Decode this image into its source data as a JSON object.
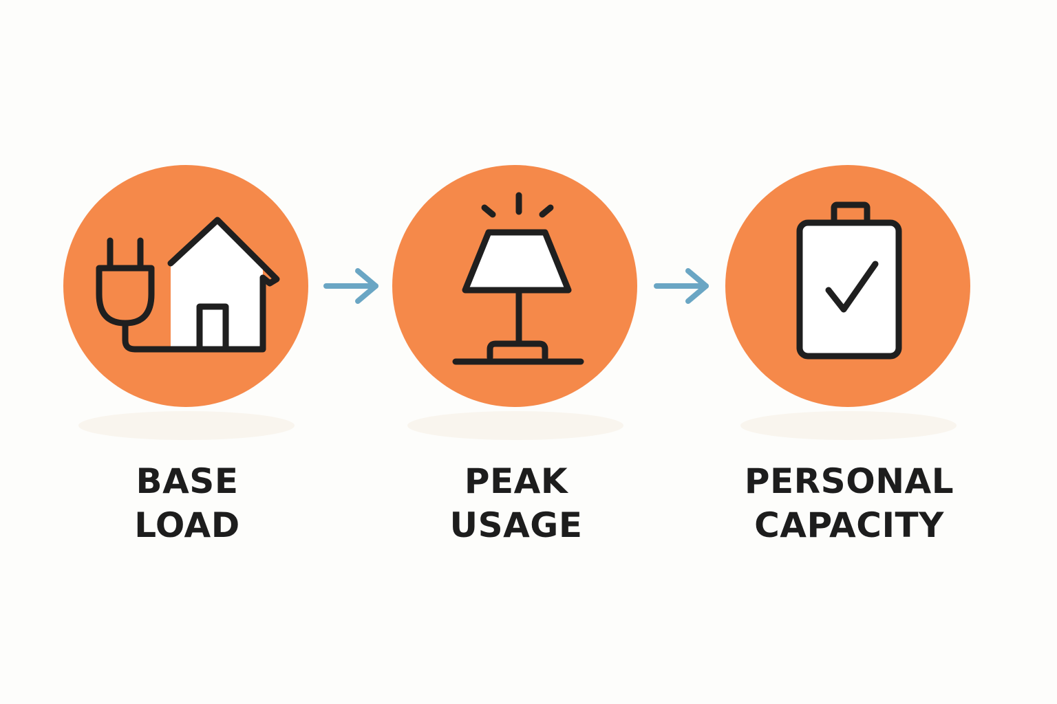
{
  "colors": {
    "circle": "#f5894a",
    "icon_stroke": "#1f1f1f",
    "arrow": "#6aa6c4",
    "text": "#1d1d1d",
    "background": "#fdfdfb"
  },
  "steps": [
    {
      "icon": "plug-house-icon",
      "label_line1": "BASE",
      "label_line2": "LOAD"
    },
    {
      "icon": "lamp-icon",
      "label_line1": "PEAK",
      "label_line2": "USAGE"
    },
    {
      "icon": "battery-check-icon",
      "label_line1": "PERSONAL",
      "label_line2": "CAPACITY"
    }
  ]
}
